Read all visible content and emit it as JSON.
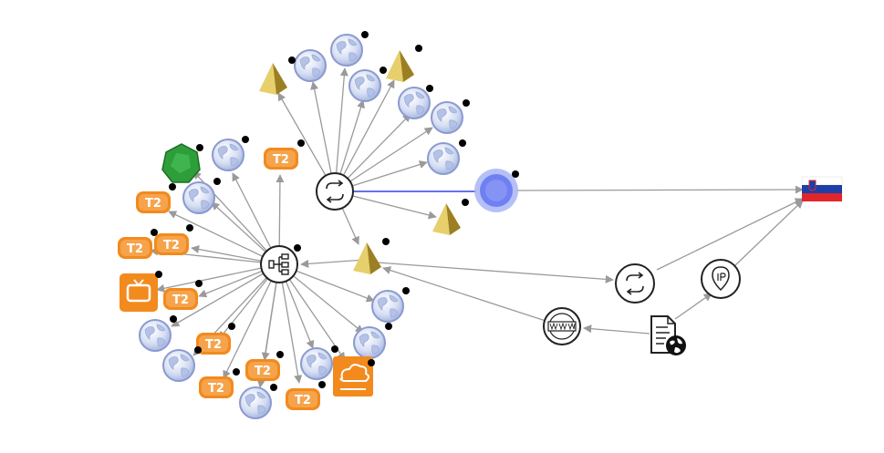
{
  "graph": {
    "colors": {
      "edge": "#9a9a9a",
      "selected_edge": "#3344dd",
      "globe_fill": "#d8e2f6",
      "globe_stroke": "#8a9ad0",
      "orange": "#f28a1e",
      "green": "#2e9e3a",
      "selected_node": "#5b6cf0",
      "pyramid": "#d8c05a",
      "dot": "#000000"
    },
    "nodes": [
      {
        "id": "hub-sitemap",
        "type": "sitemap-icon"
      },
      {
        "id": "hub-exchange-1",
        "type": "exchange-icon"
      },
      {
        "id": "hub-exchange-2",
        "type": "exchange-icon"
      },
      {
        "id": "selected-globe",
        "type": "selected-node"
      },
      {
        "id": "flag-slovenia",
        "type": "flag-icon"
      },
      {
        "id": "www-node",
        "type": "www-icon"
      },
      {
        "id": "domain-document",
        "type": "document-globe-icon"
      },
      {
        "id": "ip-node",
        "type": "ip-icon"
      },
      {
        "id": "pyramid-main",
        "type": "pyramid-icon"
      },
      {
        "id": "green-node",
        "type": "gem-icon"
      },
      {
        "id": "tv-node",
        "type": "tv-icon"
      },
      {
        "id": "cloud-node",
        "type": "cloud-icon"
      }
    ],
    "logo_text": "T2"
  }
}
